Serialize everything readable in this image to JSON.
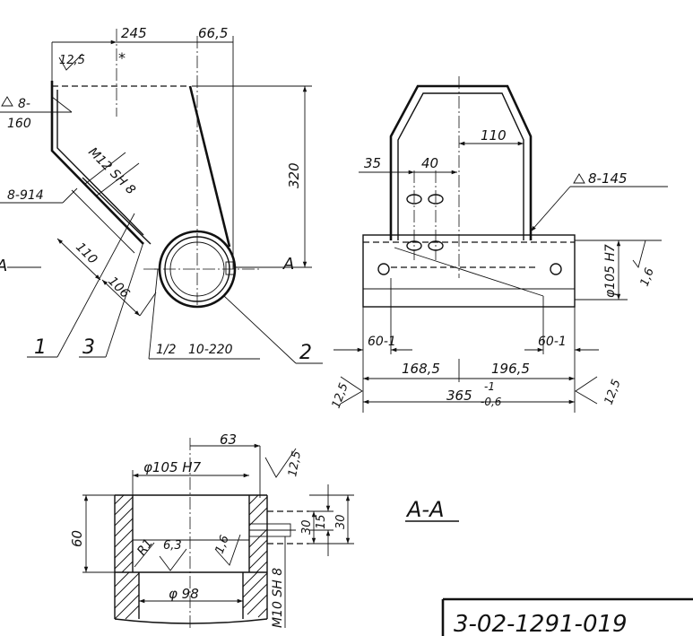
{
  "drawing_number": "3-02-1291-019",
  "section_label": "A-A",
  "section_mark": "A",
  "left_view": {
    "dim_top_left": "245",
    "dim_top_right": "66,5",
    "roughness_top": "12,5",
    "star_mark": "*",
    "weld_top": "8-",
    "weld_top_len": "160",
    "thread": "M12 SH 8",
    "weld_left": "8-914",
    "dim_height": "320",
    "dim_110": "110",
    "dim_106": "106",
    "callouts": [
      "1",
      "3",
      "2"
    ],
    "weld_bottom": "1/2",
    "weld_bottom_value": "10-220"
  },
  "right_view": {
    "dim_110": "110",
    "dim_35": "35",
    "dim_40": "40",
    "weld": "8-145",
    "bore": "φ105 H7",
    "roughness_bore": "1,6",
    "dim_60_left": "60-1",
    "dim_60_right": "60-1",
    "dim_168": "168,5",
    "dim_196": "196,5",
    "dim_365": "365",
    "tol_upper": "-1",
    "tol_lower": "-0,6",
    "roughness_left": "12,5",
    "roughness_right": "12,5"
  },
  "section_view": {
    "dim_63": "63",
    "bore": "φ105  H7",
    "roughness_top": "12,5",
    "dim_60": "60",
    "radius": "R1",
    "roughness_63": "6,3",
    "roughness_16": "1,6",
    "dim_98": "φ 98",
    "thread": "M10 SH 8",
    "dim_30a": "30",
    "dim_15": "15",
    "dim_30b": "30"
  }
}
